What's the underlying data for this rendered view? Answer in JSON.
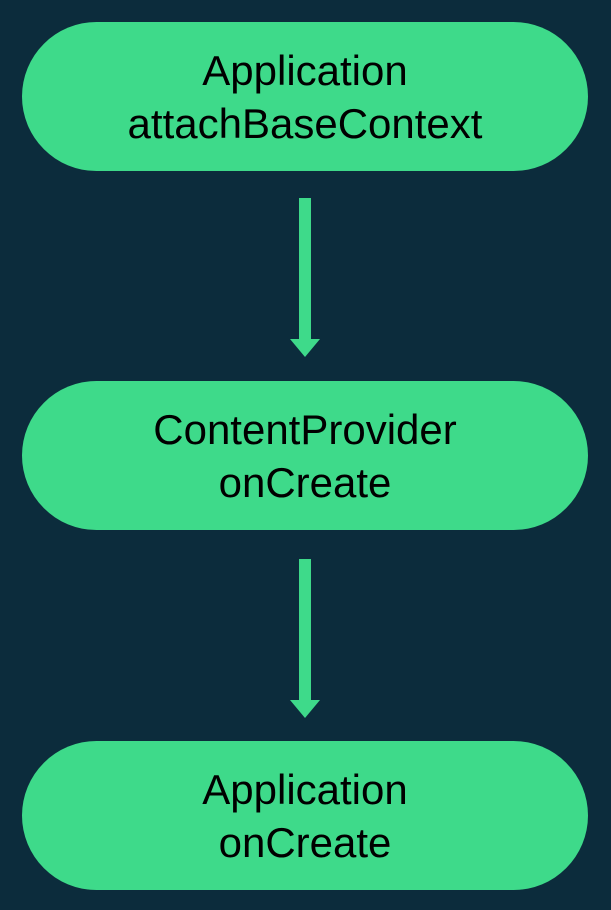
{
  "colors": {
    "background": "#0c2c3c",
    "node_fill": "#3eda8a",
    "arrow": "#3eda8a",
    "node_text": "#000000"
  },
  "flowchart": {
    "type": "flowchart",
    "direction": "top-down",
    "nodes": [
      {
        "id": "application-attachBaseContext",
        "line1": "Application",
        "line2": "attachBaseContext"
      },
      {
        "id": "contentprovider-onCreate",
        "line1": "ContentProvider",
        "line2": "onCreate"
      },
      {
        "id": "application-onCreate",
        "line1": "Application",
        "line2": "onCreate"
      }
    ],
    "edges": [
      {
        "from": "application-attachBaseContext",
        "to": "contentprovider-onCreate"
      },
      {
        "from": "contentprovider-onCreate",
        "to": "application-onCreate"
      }
    ]
  }
}
